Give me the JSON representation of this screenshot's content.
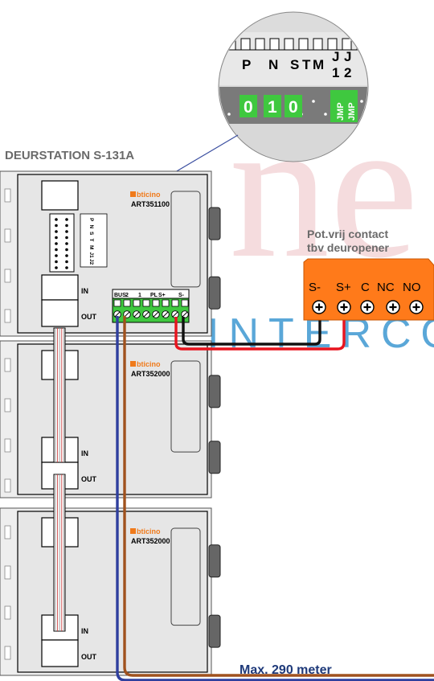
{
  "title": "DEURSTATION S-131A",
  "watermark": {
    "big": "ne",
    "sub": "INTERCO"
  },
  "zoom": {
    "top_labels": [
      "P",
      "N",
      "S",
      "T",
      "M",
      "J",
      "J"
    ],
    "top_sub": [
      "1",
      "2"
    ],
    "digits": [
      "0",
      "1",
      "0"
    ],
    "jmp": [
      "JMP",
      "JMP"
    ]
  },
  "modules": [
    {
      "brand": "bticino",
      "code": "ART351100",
      "in_label": "IN",
      "out_label": "OUT"
    },
    {
      "brand": "bticino",
      "code": "ART352000",
      "in_label": "IN",
      "out_label": "OUT"
    },
    {
      "brand": "bticino",
      "code": "ART352000",
      "in_label": "IN",
      "out_label": "OUT"
    }
  ],
  "terminals": {
    "header": [
      "BUS",
      "2",
      "1",
      "PL",
      "S+",
      "S-"
    ],
    "dip_labels": [
      "P",
      "N",
      "S",
      "T",
      "M",
      "J1",
      "J2"
    ]
  },
  "contact": {
    "title_line1": "Pot.vrij contact",
    "title_line2": "tbv deuropener",
    "terminal_labels": [
      "S-",
      "S+",
      "C",
      "NC",
      "NO"
    ]
  },
  "distance_label": "Max. 290 meter",
  "colors": {
    "module_fill": "#e6e6e6",
    "terminal_green": "#3fc83f",
    "contact_orange": "#ff7a1a",
    "wire_red": "#e8141e",
    "wire_black": "#111111",
    "wire_blue": "#2f3f9e",
    "wire_brown": "#a0521e",
    "title_gray": "#6a6a6a",
    "label_navy": "#1f3a7a",
    "brand_orange": "#f07a1a"
  }
}
